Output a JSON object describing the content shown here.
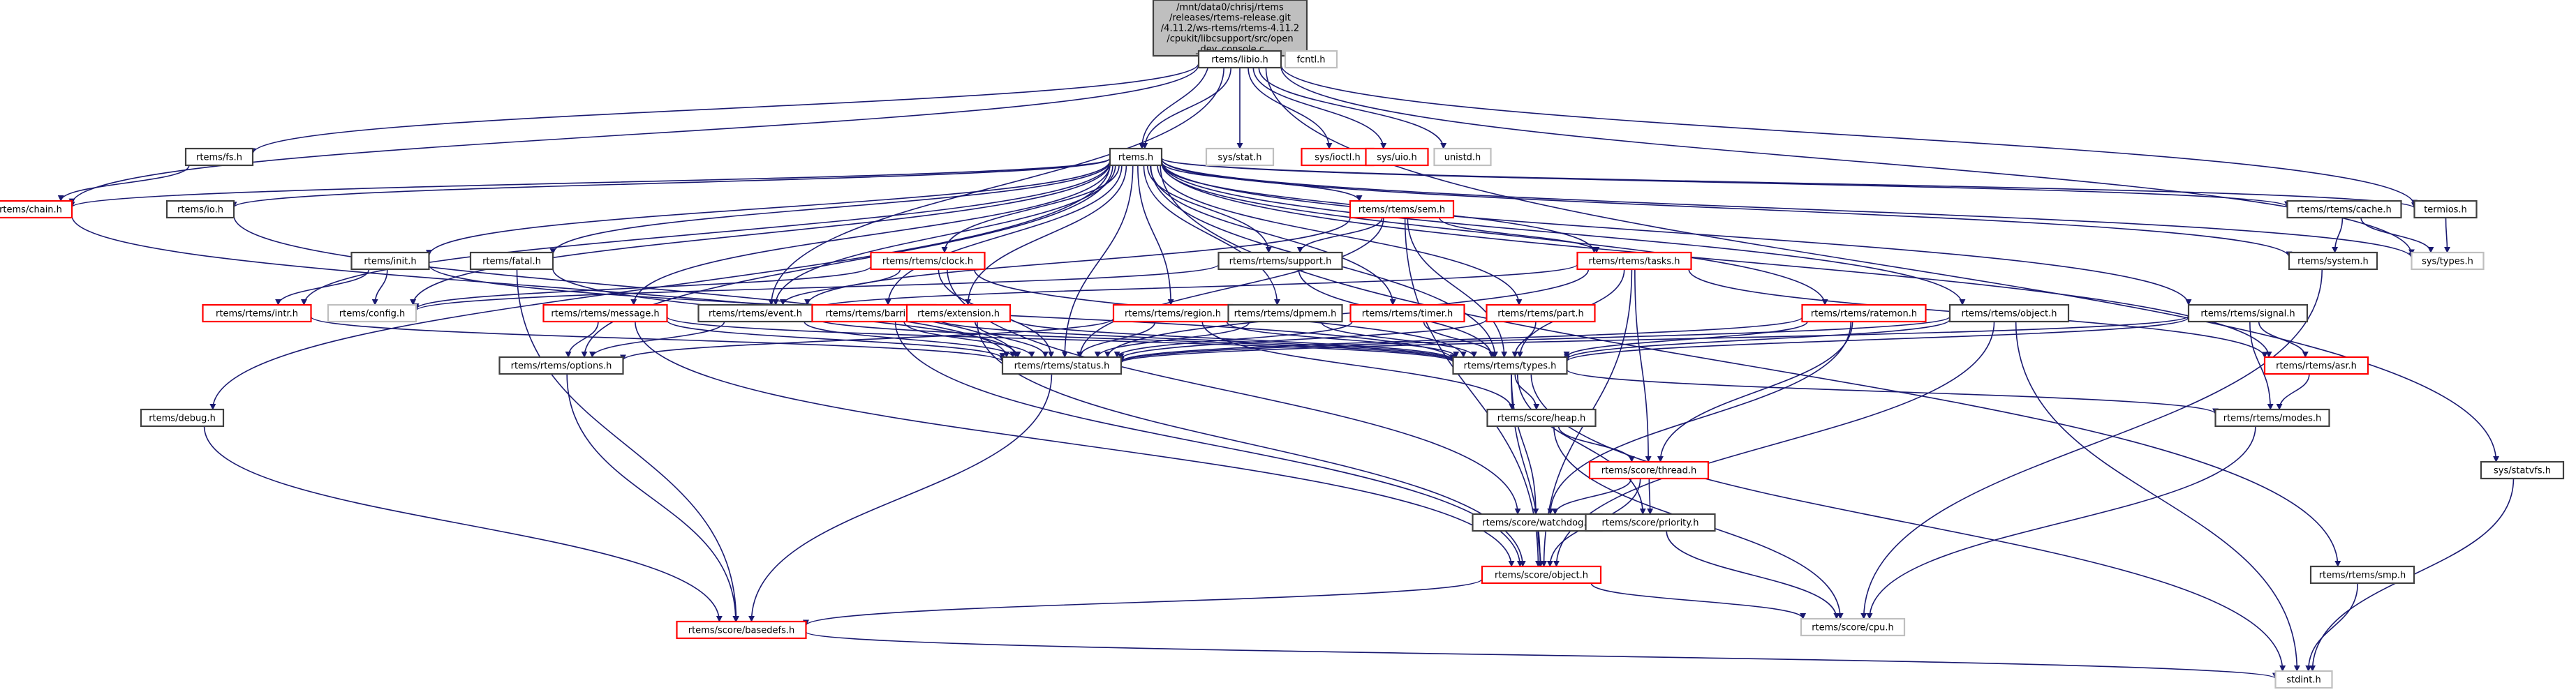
{
  "title": "Include dependency graph for open_dev_console.c",
  "colors": {
    "edge": "#191970",
    "node_border_normal": "#404040",
    "node_border_truncated": "#ff0000",
    "node_border_external": "#bfbfbf",
    "root_fill": "#bfbfbf"
  },
  "legend_kinds": {
    "root": "file being documented",
    "normal": "documented header",
    "truncated": "header with hidden includes (red border)",
    "external": "external/undocumented header (grey border)"
  },
  "nodes": [
    {
      "id": "root",
      "kind": "root",
      "lines": [
        "/mnt/data0/chrisj/rtems",
        "/releases/rtems-release.git",
        "/4.11.2/ws-rtems/rtems-4.11.2",
        "/cpukit/libcsupport/src/open",
        "_dev_console.c"
      ]
    },
    {
      "id": "libio",
      "kind": "normal",
      "lines": [
        "rtems/libio.h"
      ]
    },
    {
      "id": "fcntl",
      "kind": "external",
      "lines": [
        "fcntl.h"
      ]
    },
    {
      "id": "rtems",
      "kind": "normal",
      "lines": [
        "rtems.h"
      ]
    },
    {
      "id": "sysstat",
      "kind": "external",
      "lines": [
        "sys/stat.h"
      ]
    },
    {
      "id": "sysioctl",
      "kind": "truncated",
      "lines": [
        "sys/ioctl.h"
      ]
    },
    {
      "id": "sysuio",
      "kind": "truncated",
      "lines": [
        "sys/uio.h"
      ]
    },
    {
      "id": "unistd",
      "kind": "external",
      "lines": [
        "unistd.h"
      ]
    },
    {
      "id": "fs",
      "kind": "normal",
      "lines": [
        "rtems/fs.h"
      ]
    },
    {
      "id": "chain",
      "kind": "truncated",
      "lines": [
        "rtems/chain.h"
      ]
    },
    {
      "id": "io",
      "kind": "normal",
      "lines": [
        "rtems/io.h"
      ]
    },
    {
      "id": "init",
      "kind": "normal",
      "lines": [
        "rtems/init.h"
      ]
    },
    {
      "id": "fatal",
      "kind": "normal",
      "lines": [
        "rtems/fatal.h"
      ]
    },
    {
      "id": "clock",
      "kind": "truncated",
      "lines": [
        "rtems/rtems/clock.h"
      ]
    },
    {
      "id": "sem",
      "kind": "truncated",
      "lines": [
        "rtems/rtems/sem.h"
      ]
    },
    {
      "id": "support",
      "kind": "normal",
      "lines": [
        "rtems/rtems/support.h"
      ]
    },
    {
      "id": "tasks",
      "kind": "truncated",
      "lines": [
        "rtems/rtems/tasks.h"
      ]
    },
    {
      "id": "cache",
      "kind": "normal",
      "lines": [
        "rtems/rtems/cache.h"
      ]
    },
    {
      "id": "termios",
      "kind": "normal",
      "lines": [
        "termios.h"
      ]
    },
    {
      "id": "system",
      "kind": "normal",
      "lines": [
        "rtems/system.h"
      ]
    },
    {
      "id": "systypes",
      "kind": "external",
      "lines": [
        "sys/types.h"
      ]
    },
    {
      "id": "intr",
      "kind": "truncated",
      "lines": [
        "rtems/rtems/intr.h"
      ]
    },
    {
      "id": "config",
      "kind": "external",
      "lines": [
        "rtems/config.h"
      ]
    },
    {
      "id": "message",
      "kind": "truncated",
      "lines": [
        "rtems/rtems/message.h"
      ]
    },
    {
      "id": "event",
      "kind": "normal",
      "lines": [
        "rtems/rtems/event.h"
      ]
    },
    {
      "id": "barrier",
      "kind": "truncated",
      "lines": [
        "rtems/rtems/barrier.h"
      ]
    },
    {
      "id": "extension",
      "kind": "truncated",
      "lines": [
        "rtems/extension.h"
      ]
    },
    {
      "id": "region",
      "kind": "truncated",
      "lines": [
        "rtems/rtems/region.h"
      ]
    },
    {
      "id": "dpmem",
      "kind": "normal",
      "lines": [
        "rtems/rtems/dpmem.h"
      ]
    },
    {
      "id": "timer",
      "kind": "truncated",
      "lines": [
        "rtems/rtems/timer.h"
      ]
    },
    {
      "id": "part",
      "kind": "truncated",
      "lines": [
        "rtems/rtems/part.h"
      ]
    },
    {
      "id": "ratemon",
      "kind": "truncated",
      "lines": [
        "rtems/rtems/ratemon.h"
      ]
    },
    {
      "id": "object",
      "kind": "normal",
      "lines": [
        "rtems/rtems/object.h"
      ]
    },
    {
      "id": "signal",
      "kind": "normal",
      "lines": [
        "rtems/rtems/signal.h"
      ]
    },
    {
      "id": "asr",
      "kind": "truncated",
      "lines": [
        "rtems/rtems/asr.h"
      ]
    },
    {
      "id": "options",
      "kind": "normal",
      "lines": [
        "rtems/rtems/options.h"
      ]
    },
    {
      "id": "status",
      "kind": "normal",
      "lines": [
        "rtems/rtems/status.h"
      ]
    },
    {
      "id": "types",
      "kind": "normal",
      "lines": [
        "rtems/rtems/types.h"
      ]
    },
    {
      "id": "modes",
      "kind": "normal",
      "lines": [
        "rtems/rtems/modes.h"
      ]
    },
    {
      "id": "debug",
      "kind": "normal",
      "lines": [
        "rtems/debug.h"
      ]
    },
    {
      "id": "heap",
      "kind": "normal",
      "lines": [
        "rtems/score/heap.h"
      ]
    },
    {
      "id": "thread",
      "kind": "truncated",
      "lines": [
        "rtems/score/thread.h"
      ]
    },
    {
      "id": "watchdog",
      "kind": "normal",
      "lines": [
        "rtems/score/watchdog.h"
      ]
    },
    {
      "id": "priority",
      "kind": "normal",
      "lines": [
        "rtems/score/priority.h"
      ]
    },
    {
      "id": "scoreobject",
      "kind": "truncated",
      "lines": [
        "rtems/score/object.h"
      ]
    },
    {
      "id": "smp",
      "kind": "normal",
      "lines": [
        "rtems/rtems/smp.h"
      ]
    },
    {
      "id": "statvfs",
      "kind": "normal",
      "lines": [
        "sys/statvfs.h"
      ]
    },
    {
      "id": "basedefs",
      "kind": "truncated",
      "lines": [
        "rtems/score/basedefs.h"
      ]
    },
    {
      "id": "cpu",
      "kind": "external",
      "lines": [
        "rtems/score/cpu.h"
      ]
    },
    {
      "id": "stdint",
      "kind": "external",
      "lines": [
        "stdint.h"
      ]
    }
  ],
  "edges": [
    [
      "root",
      "libio"
    ],
    [
      "root",
      "fcntl"
    ],
    [
      "root",
      "rtems"
    ],
    [
      "libio",
      "rtems"
    ],
    [
      "libio",
      "sysstat"
    ],
    [
      "libio",
      "sysioctl"
    ],
    [
      "libio",
      "sysuio"
    ],
    [
      "libio",
      "unistd"
    ],
    [
      "libio",
      "fs"
    ],
    [
      "libio",
      "chain"
    ],
    [
      "libio",
      "systypes"
    ],
    [
      "libio",
      "statvfs"
    ],
    [
      "libio",
      "termios"
    ],
    [
      "libio",
      "event"
    ],
    [
      "fs",
      "chain"
    ],
    [
      "rtems",
      "chain"
    ],
    [
      "rtems",
      "io"
    ],
    [
      "rtems",
      "init"
    ],
    [
      "rtems",
      "fatal"
    ],
    [
      "rtems",
      "clock"
    ],
    [
      "rtems",
      "sem"
    ],
    [
      "rtems",
      "support"
    ],
    [
      "rtems",
      "tasks"
    ],
    [
      "rtems",
      "cache"
    ],
    [
      "rtems",
      "system"
    ],
    [
      "rtems",
      "systypes"
    ],
    [
      "rtems",
      "intr"
    ],
    [
      "rtems",
      "config"
    ],
    [
      "rtems",
      "message"
    ],
    [
      "rtems",
      "event"
    ],
    [
      "rtems",
      "barrier"
    ],
    [
      "rtems",
      "extension"
    ],
    [
      "rtems",
      "region"
    ],
    [
      "rtems",
      "dpmem"
    ],
    [
      "rtems",
      "timer"
    ],
    [
      "rtems",
      "part"
    ],
    [
      "rtems",
      "ratemon"
    ],
    [
      "rtems",
      "object"
    ],
    [
      "rtems",
      "signal"
    ],
    [
      "rtems",
      "asr"
    ],
    [
      "rtems",
      "options"
    ],
    [
      "rtems",
      "status"
    ],
    [
      "rtems",
      "types"
    ],
    [
      "rtems",
      "debug"
    ],
    [
      "rtems",
      "smp"
    ],
    [
      "rtems",
      "termios"
    ],
    [
      "chain",
      "status"
    ],
    [
      "io",
      "status"
    ],
    [
      "init",
      "intr"
    ],
    [
      "init",
      "config"
    ],
    [
      "init",
      "types"
    ],
    [
      "fatal",
      "status"
    ],
    [
      "fatal",
      "basedefs"
    ],
    [
      "clock",
      "types"
    ],
    [
      "clock",
      "event"
    ],
    [
      "clock",
      "status"
    ],
    [
      "clock",
      "watchdog"
    ],
    [
      "clock",
      "config"
    ],
    [
      "sem",
      "support"
    ],
    [
      "sem",
      "tasks"
    ],
    [
      "sem",
      "types"
    ],
    [
      "sem",
      "status"
    ],
    [
      "sem",
      "scoreobject"
    ],
    [
      "sem",
      "event"
    ],
    [
      "support",
      "types"
    ],
    [
      "support",
      "config"
    ],
    [
      "tasks",
      "types"
    ],
    [
      "tasks",
      "status"
    ],
    [
      "tasks",
      "thread"
    ],
    [
      "tasks",
      "asr"
    ],
    [
      "tasks",
      "scoreobject"
    ],
    [
      "tasks",
      "event"
    ],
    [
      "cache",
      "system"
    ],
    [
      "cache",
      "systypes"
    ],
    [
      "termios",
      "systypes"
    ],
    [
      "system",
      "cpu"
    ],
    [
      "intr",
      "status"
    ],
    [
      "message",
      "options"
    ],
    [
      "message",
      "status"
    ],
    [
      "message",
      "types"
    ],
    [
      "message",
      "scoreobject"
    ],
    [
      "event",
      "options"
    ],
    [
      "event",
      "status"
    ],
    [
      "event",
      "types"
    ],
    [
      "barrier",
      "status"
    ],
    [
      "barrier",
      "types"
    ],
    [
      "barrier",
      "scoreobject"
    ],
    [
      "extension",
      "status"
    ],
    [
      "extension",
      "types"
    ],
    [
      "extension",
      "scoreobject"
    ],
    [
      "region",
      "options"
    ],
    [
      "region",
      "status"
    ],
    [
      "region",
      "types"
    ],
    [
      "region",
      "heap"
    ],
    [
      "dpmem",
      "status"
    ],
    [
      "dpmem",
      "types"
    ],
    [
      "timer",
      "status"
    ],
    [
      "timer",
      "types"
    ],
    [
      "part",
      "status"
    ],
    [
      "part",
      "types"
    ],
    [
      "ratemon",
      "status"
    ],
    [
      "ratemon",
      "types"
    ],
    [
      "ratemon",
      "thread"
    ],
    [
      "ratemon",
      "watchdog"
    ],
    [
      "object",
      "status"
    ],
    [
      "object",
      "types"
    ],
    [
      "object",
      "scoreobject"
    ],
    [
      "object",
      "stdint"
    ],
    [
      "signal",
      "status"
    ],
    [
      "signal",
      "types"
    ],
    [
      "signal",
      "asr"
    ],
    [
      "signal",
      "modes"
    ],
    [
      "asr",
      "modes"
    ],
    [
      "options",
      "basedefs"
    ],
    [
      "status",
      "basedefs"
    ],
    [
      "types",
      "heap"
    ],
    [
      "types",
      "watchdog"
    ],
    [
      "types",
      "priority"
    ],
    [
      "types",
      "scoreobject"
    ],
    [
      "types",
      "modes"
    ],
    [
      "types",
      "stdint"
    ],
    [
      "modes",
      "cpu"
    ],
    [
      "debug",
      "basedefs"
    ],
    [
      "heap",
      "thread"
    ],
    [
      "heap",
      "cpu"
    ],
    [
      "thread",
      "watchdog"
    ],
    [
      "thread",
      "priority"
    ],
    [
      "thread",
      "scoreobject"
    ],
    [
      "watchdog",
      "scoreobject"
    ],
    [
      "priority",
      "cpu"
    ],
    [
      "scoreobject",
      "basedefs"
    ],
    [
      "scoreobject",
      "cpu"
    ],
    [
      "basedefs",
      "stdint"
    ],
    [
      "smp",
      "stdint"
    ],
    [
      "statvfs",
      "stdint"
    ]
  ]
}
